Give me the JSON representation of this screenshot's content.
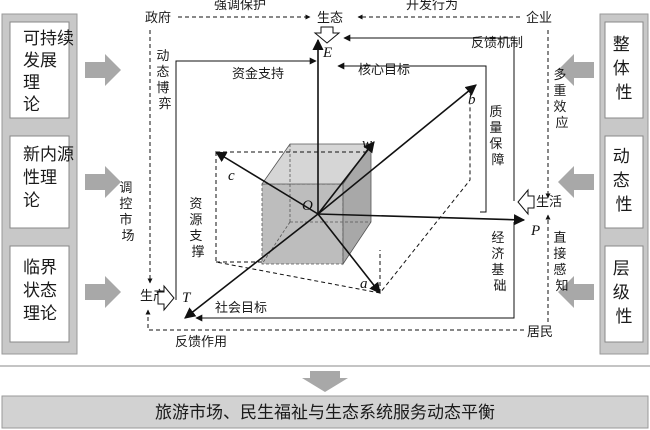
{
  "left_theories": [
    "可持续发展理论",
    "新内源性理论",
    "临界状态理论"
  ],
  "right_properties": [
    "整体性",
    "动态性",
    "层级性"
  ],
  "actors": {
    "government": "政府",
    "enterprise": "企业",
    "ecology": "生态",
    "production": "生产",
    "life": "生活",
    "residents": "居民"
  },
  "flows": {
    "strengthen_protection": "强调保护",
    "development_behavior": "开发行为",
    "feedback_mechanism": "反馈机制",
    "dynamic_game": "动态博弈",
    "capital_support": "资金支持",
    "core_goal": "核心目标",
    "multiple_effects": "多重效应",
    "quality_assurance": "质量保障",
    "regulate_market": "调控市场",
    "resource_support": "资源支撑",
    "economic_foundation": "经济基础",
    "direct_perception": "直接感知",
    "social_goal": "社会目标",
    "feedback_effect": "反馈作用"
  },
  "axes": {
    "E": "E",
    "P": "P",
    "T": "T",
    "O": "O",
    "a": "a",
    "b": "b",
    "c": "c",
    "w": "w"
  },
  "bottom_banner": "旅游市场、民生福祉与生态系统服务动态平衡"
}
